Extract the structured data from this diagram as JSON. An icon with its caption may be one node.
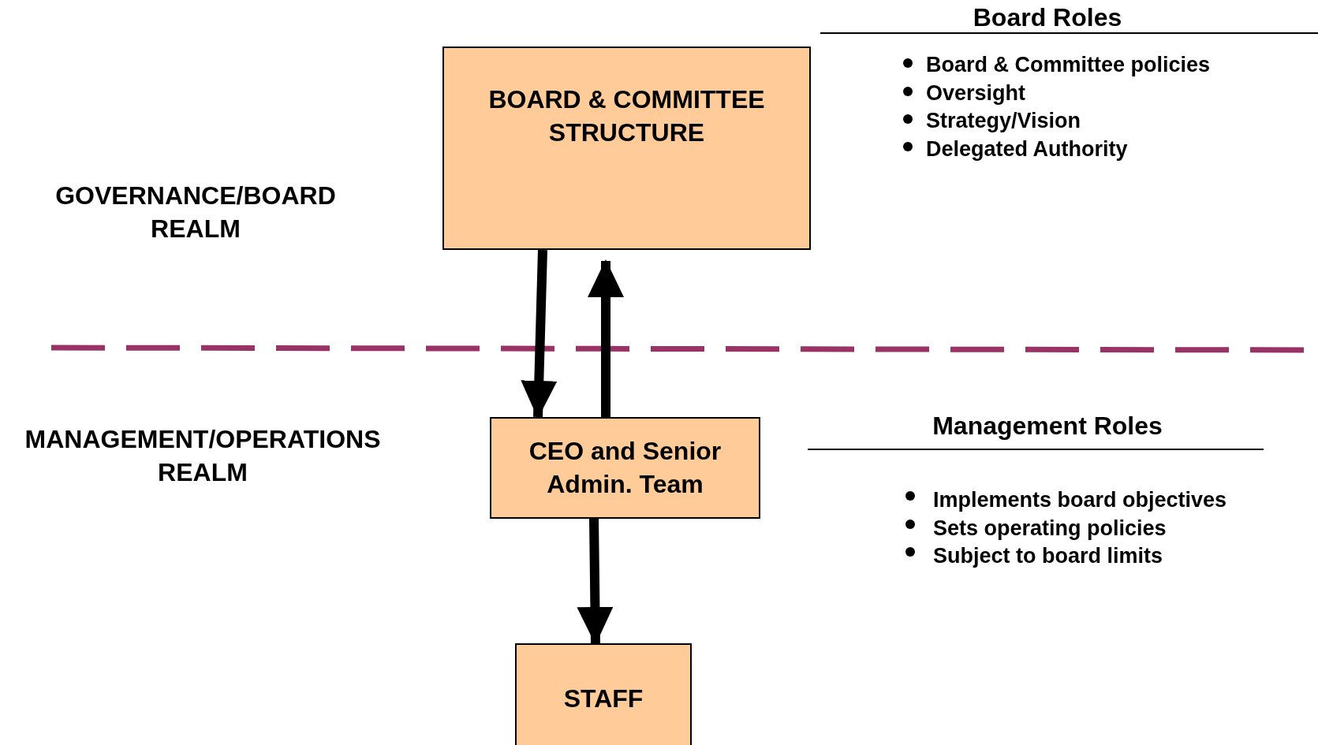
{
  "diagram": {
    "nodes": [
      {
        "text": [
          "BOARD & COMMITTEE STRUCTURE"
        ]
      },
      {
        "text": [
          "CEO and Senior Admin. Team"
        ]
      },
      {
        "text": [
          "STAFF"
        ]
      }
    ],
    "edges": [
      {
        "from": 0,
        "to": 1,
        "arrow": "to"
      },
      {
        "from": 1,
        "to": 0,
        "arrow": "to"
      },
      {
        "from": 1,
        "to": 2,
        "arrow": "to"
      }
    ],
    "labels": [
      "Board Roles",
      "Board & Committee policies",
      "Oversight",
      "Strategy/Vision",
      "Delegated Authority",
      "GOVERNANCE/BOARD REALM",
      "MANAGEMENT/OPERATIONS REALM",
      "Management Roles",
      "Implements board objectives",
      "Sets operating policies",
      "Subject to board limits"
    ]
  }
}
